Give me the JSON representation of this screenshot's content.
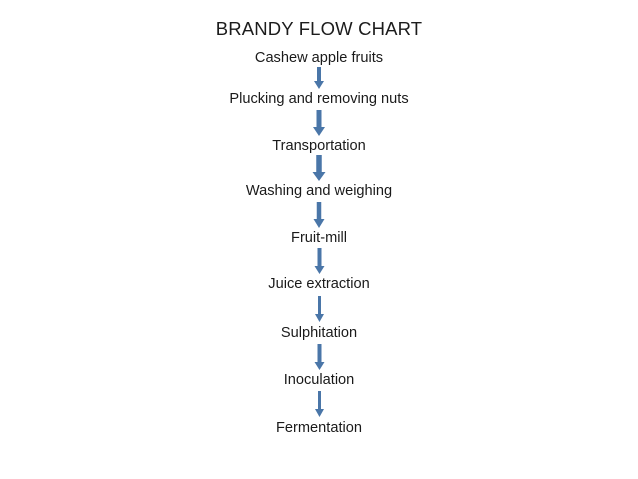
{
  "slide": {
    "background_color": "#ffffff",
    "title": "BRANDY FLOW CHART",
    "title_color": "#1c1c1c"
  },
  "chart_data": {
    "type": "diagram",
    "diagram_type": "flowchart",
    "orientation": "vertical-top-down",
    "title": "BRANDY FLOW CHART",
    "arrow_color": "#4a76a8",
    "text_color": "#1a1a1a",
    "node_count": 9,
    "connector_count": 8,
    "nodes": [
      {
        "id": "n1",
        "label": "Cashew apple fruits"
      },
      {
        "id": "n2",
        "label": "Plucking and removing nuts"
      },
      {
        "id": "n3",
        "label": "Transportation"
      },
      {
        "id": "n4",
        "label": "Washing and weighing"
      },
      {
        "id": "n5",
        "label": "Fruit-mill"
      },
      {
        "id": "n6",
        "label": "Juice extraction"
      },
      {
        "id": "n7",
        "label": "Sulphitation"
      },
      {
        "id": "n8",
        "label": "Inoculation"
      },
      {
        "id": "n9",
        "label": "Fermentation"
      }
    ],
    "edges": [
      {
        "from": "n1",
        "to": "n2",
        "style": "down-arrow"
      },
      {
        "from": "n2",
        "to": "n3",
        "style": "down-arrow"
      },
      {
        "from": "n3",
        "to": "n4",
        "style": "down-arrow"
      },
      {
        "from": "n4",
        "to": "n5",
        "style": "down-arrow"
      },
      {
        "from": "n5",
        "to": "n6",
        "style": "down-arrow"
      },
      {
        "from": "n6",
        "to": "n7",
        "style": "down-arrow"
      },
      {
        "from": "n7",
        "to": "n8",
        "style": "down-arrow"
      },
      {
        "from": "n8",
        "to": "n9",
        "style": "down-arrow"
      }
    ]
  },
  "steps": [
    {
      "label": "Cashew apple fruits",
      "gap_before": 12,
      "gap_after": 2,
      "arrow_h": 22,
      "arrow_w": 14,
      "shaft": 4.0,
      "head_w": 10,
      "head_h": 8
    },
    {
      "label": "Plucking and removing nuts",
      "gap_before": 3,
      "gap_after": 3,
      "arrow_h": 26,
      "arrow_w": 16,
      "shaft": 5.0,
      "head_w": 12,
      "head_h": 9
    },
    {
      "label": "Transportation",
      "gap_before": 3,
      "gap_after": 2,
      "arrow_h": 26,
      "arrow_w": 16,
      "shaft": 5.5,
      "head_w": 13,
      "head_h": 9
    },
    {
      "label": "Washing and weighing",
      "gap_before": 3,
      "gap_after": 3,
      "arrow_h": 26,
      "arrow_w": 14,
      "shaft": 4.5,
      "head_w": 11,
      "head_h": 9
    },
    {
      "label": "Fruit-mill",
      "gap_before": 3,
      "gap_after": 3,
      "arrow_h": 26,
      "arrow_w": 13,
      "shaft": 4.0,
      "head_w": 10,
      "head_h": 8
    },
    {
      "label": "Juice extraction",
      "gap_before": 3,
      "gap_after": 4,
      "arrow_h": 26,
      "arrow_w": 11,
      "shaft": 3.0,
      "head_w": 9,
      "head_h": 8
    },
    {
      "label": "Sulphitation",
      "gap_before": 4,
      "gap_after": 3,
      "arrow_h": 26,
      "arrow_w": 13,
      "shaft": 4.0,
      "head_w": 10,
      "head_h": 8
    },
    {
      "label": "Inoculation",
      "gap_before": 3,
      "gap_after": 4,
      "arrow_h": 26,
      "arrow_w": 11,
      "shaft": 3.0,
      "head_w": 9,
      "head_h": 8
    },
    {
      "label": "Fermentation",
      "gap_before": 4,
      "gap_after": 0,
      "arrow_h": 0,
      "arrow_w": 0,
      "shaft": 0,
      "head_w": 0,
      "head_h": 0
    }
  ]
}
